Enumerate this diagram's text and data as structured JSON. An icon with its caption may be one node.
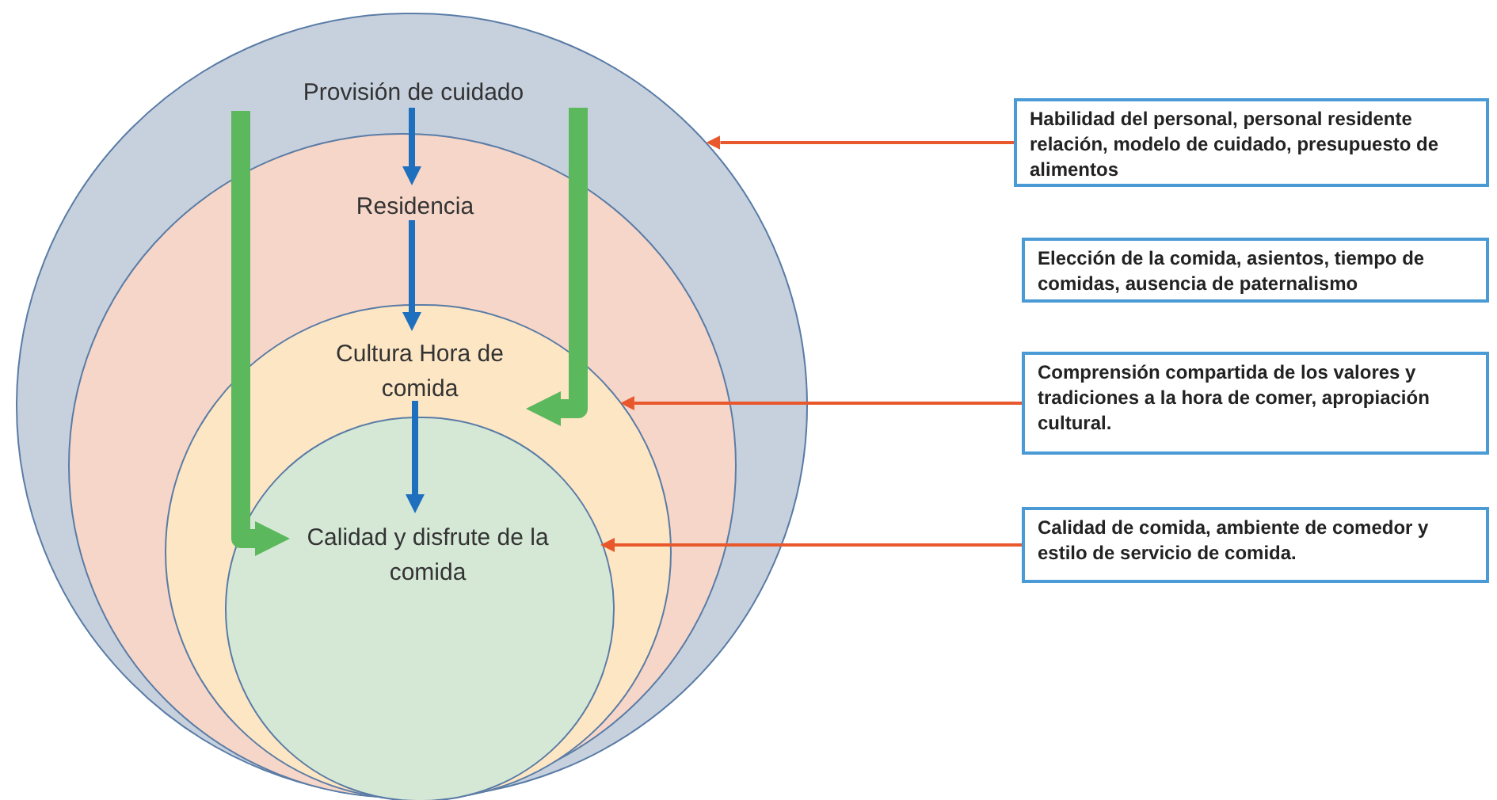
{
  "diagram": {
    "nodes": [
      {
        "text": [],
        "shape": "circle"
      },
      {
        "text": [
          "Provisión de cuidado"
        ],
        "in": 0
      },
      {
        "text": [],
        "shape": "circle",
        "in": 0
      },
      {
        "text": [
          "Residencia"
        ],
        "in": 2
      },
      {
        "text": [],
        "shape": "circle",
        "in": 2
      },
      {
        "text": [
          "Cultura Hora de comida"
        ],
        "in": 4
      },
      {
        "text": [],
        "shape": "circle",
        "in": 4
      },
      {
        "text": [
          "Calidad y disfrute de la comida"
        ],
        "in": 6
      },
      {
        "text": [
          "Habilidad del personal, personal residente relación, modelo de cuidado, presupuesto de alimentos"
        ]
      },
      {
        "text": [
          "Elección de la comida, asientos, tiempo de comidas, ausencia de paternalismo"
        ]
      },
      {
        "text": [
          "Comprensión compartida de los valores y tradiciones a la hora de comer, apropiación cultural."
        ]
      },
      {
        "text": [
          "Calidad de comida, ambiente de comedor y estilo de servicio de comida."
        ]
      }
    ],
    "edges": [
      {
        "from": 1,
        "to": 3,
        "arrow": "to"
      },
      {
        "from": 3,
        "to": 5,
        "arrow": "to"
      },
      {
        "from": 5,
        "to": 7,
        "arrow": "to"
      },
      {
        "from": null,
        "to": 7,
        "arrow": "to",
        "style": "thick",
        "color": "#5cb85c"
      },
      {
        "from": null,
        "to": 5,
        "arrow": "to",
        "style": "thick",
        "color": "#5cb85c"
      },
      {
        "from": 8,
        "to": 0,
        "arrow": "to",
        "color": "#e8582c"
      },
      {
        "from": 10,
        "to": 4,
        "arrow": "to",
        "color": "#e8582c"
      },
      {
        "from": 11,
        "to": 6,
        "arrow": "to",
        "color": "#e8582c"
      }
    ]
  }
}
